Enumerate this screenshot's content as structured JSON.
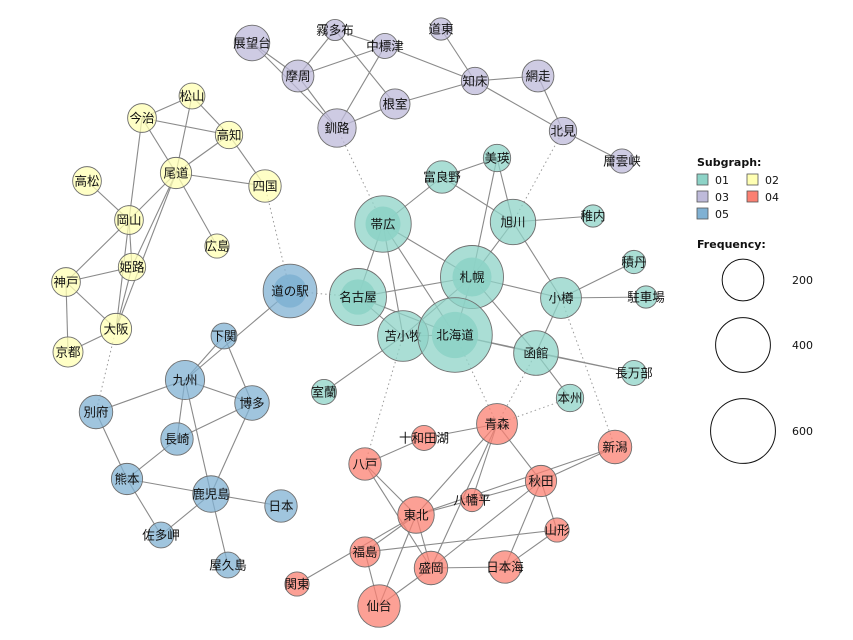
{
  "legend": {
    "subgraph_title": "Subgraph:",
    "frequency_title": "Frequency:",
    "groups": [
      {
        "id": "01",
        "color": "#8DD3C7"
      },
      {
        "id": "02",
        "color": "#FFFFB3"
      },
      {
        "id": "03",
        "color": "#BEBADA"
      },
      {
        "id": "04",
        "color": "#FB8072"
      },
      {
        "id": "05",
        "color": "#80B1D3"
      }
    ],
    "sizes": [
      {
        "label": "200",
        "value": 200
      },
      {
        "label": "400",
        "value": 400
      },
      {
        "label": "600",
        "value": 600
      }
    ]
  },
  "nodes": [
    {
      "id": "帯広",
      "group": "01",
      "freq": 430,
      "inner": true
    },
    {
      "id": "札幌",
      "group": "01",
      "freq": 560,
      "inner": true
    },
    {
      "id": "北海道",
      "group": "01",
      "freq": 830,
      "inner": true
    },
    {
      "id": "名古屋",
      "group": "01",
      "freq": 440,
      "inner": true
    },
    {
      "id": "苫小牧",
      "group": "01",
      "freq": 330,
      "inner": false
    },
    {
      "id": "旭川",
      "group": "01",
      "freq": 250,
      "inner": false
    },
    {
      "id": "小樽",
      "group": "01",
      "freq": 190,
      "inner": false
    },
    {
      "id": "函館",
      "group": "01",
      "freq": 240,
      "inner": false
    },
    {
      "id": "富良野",
      "group": "01",
      "freq": 100,
      "inner": false
    },
    {
      "id": "美瑛",
      "group": "01",
      "freq": 60,
      "inner": false
    },
    {
      "id": "稚内",
      "group": "01",
      "freq": 30,
      "inner": false
    },
    {
      "id": "積丹",
      "group": "01",
      "freq": 35,
      "inner": false
    },
    {
      "id": "駐車場",
      "group": "01",
      "freq": 30,
      "inner": false
    },
    {
      "id": "長万部",
      "group": "01",
      "freq": 45,
      "inner": false
    },
    {
      "id": "本州",
      "group": "01",
      "freq": 60,
      "inner": false
    },
    {
      "id": "室蘭",
      "group": "01",
      "freq": 45,
      "inner": false
    },
    {
      "id": "展望台",
      "group": "03",
      "freq": 130,
      "inner": false
    },
    {
      "id": "霧多布",
      "group": "03",
      "freq": 25,
      "inner": false
    },
    {
      "id": "中標津",
      "group": "03",
      "freq": 45,
      "inner": false
    },
    {
      "id": "道東",
      "group": "03",
      "freq": 30,
      "inner": false
    },
    {
      "id": "摩周",
      "group": "03",
      "freq": 95,
      "inner": false
    },
    {
      "id": "知床",
      "group": "03",
      "freq": 60,
      "inner": false
    },
    {
      "id": "網走",
      "group": "03",
      "freq": 95,
      "inner": false
    },
    {
      "id": "根室",
      "group": "03",
      "freq": 80,
      "inner": false
    },
    {
      "id": "釧路",
      "group": "03",
      "freq": 160,
      "inner": false
    },
    {
      "id": "北見",
      "group": "03",
      "freq": 60,
      "inner": false
    },
    {
      "id": "層雲峡",
      "group": "03",
      "freq": 40,
      "inner": false
    },
    {
      "id": "松山",
      "group": "02",
      "freq": 50,
      "inner": false
    },
    {
      "id": "今治",
      "group": "02",
      "freq": 70,
      "inner": false
    },
    {
      "id": "高知",
      "group": "02",
      "freq": 60,
      "inner": false
    },
    {
      "id": "高松",
      "group": "02",
      "freq": 70,
      "inner": false
    },
    {
      "id": "尾道",
      "group": "02",
      "freq": 90,
      "inner": false
    },
    {
      "id": "四国",
      "group": "02",
      "freq": 100,
      "inner": false
    },
    {
      "id": "岡山",
      "group": "02",
      "freq": 70,
      "inner": false
    },
    {
      "id": "広島",
      "group": "02",
      "freq": 40,
      "inner": false
    },
    {
      "id": "神戸",
      "group": "02",
      "freq": 70,
      "inner": false
    },
    {
      "id": "姫路",
      "group": "02",
      "freq": 60,
      "inner": false
    },
    {
      "id": "大阪",
      "group": "02",
      "freq": 90,
      "inner": false
    },
    {
      "id": "京都",
      "group": "02",
      "freq": 80,
      "inner": false
    },
    {
      "id": "道の駅",
      "group": "05",
      "freq": 380,
      "inner": true
    },
    {
      "id": "下関",
      "group": "05",
      "freq": 50,
      "inner": false
    },
    {
      "id": "九州",
      "group": "05",
      "freq": 170,
      "inner": false
    },
    {
      "id": "別府",
      "group": "05",
      "freq": 110,
      "inner": false
    },
    {
      "id": "博多",
      "group": "05",
      "freq": 120,
      "inner": false
    },
    {
      "id": "長崎",
      "group": "05",
      "freq": 100,
      "inner": false
    },
    {
      "id": "熊本",
      "group": "05",
      "freq": 90,
      "inner": false
    },
    {
      "id": "鹿児島",
      "group": "05",
      "freq": 140,
      "inner": false
    },
    {
      "id": "日本",
      "group": "05",
      "freq": 100,
      "inner": false
    },
    {
      "id": "佐多岬",
      "group": "05",
      "freq": 50,
      "inner": false
    },
    {
      "id": "屋久島",
      "group": "05",
      "freq": 50,
      "inner": false
    },
    {
      "id": "青森",
      "group": "04",
      "freq": 190,
      "inner": false
    },
    {
      "id": "十和田湖",
      "group": "04",
      "freq": 45,
      "inner": false
    },
    {
      "id": "八戸",
      "group": "04",
      "freq": 100,
      "inner": false
    },
    {
      "id": "新潟",
      "group": "04",
      "freq": 110,
      "inner": false
    },
    {
      "id": "秋田",
      "group": "04",
      "freq": 90,
      "inner": false
    },
    {
      "id": "八幡平",
      "group": "04",
      "freq": 35,
      "inner": false
    },
    {
      "id": "東北",
      "group": "04",
      "freq": 140,
      "inner": false
    },
    {
      "id": "山形",
      "group": "04",
      "freq": 40,
      "inner": false
    },
    {
      "id": "福島",
      "group": "04",
      "freq": 80,
      "inner": false
    },
    {
      "id": "盛岡",
      "group": "04",
      "freq": 110,
      "inner": false
    },
    {
      "id": "日本海",
      "group": "04",
      "freq": 100,
      "inner": false
    },
    {
      "id": "関東",
      "group": "04",
      "freq": 40,
      "inner": false
    },
    {
      "id": "仙台",
      "group": "04",
      "freq": 210,
      "inner": false
    }
  ],
  "edges": [
    [
      "帯広",
      "札幌"
    ],
    [
      "帯広",
      "名古屋"
    ],
    [
      "帯広",
      "苫小牧"
    ],
    [
      "帯広",
      "北海道"
    ],
    [
      "帯広",
      "富良野"
    ],
    [
      "札幌",
      "北海道"
    ],
    [
      "札幌",
      "名古屋"
    ],
    [
      "札幌",
      "苫小牧"
    ],
    [
      "札幌",
      "旭川"
    ],
    [
      "札幌",
      "小樽"
    ],
    [
      "札幌",
      "函館"
    ],
    [
      "札幌",
      "美瑛"
    ],
    [
      "北海道",
      "名古屋"
    ],
    [
      "北海道",
      "苫小牧"
    ],
    [
      "北海道",
      "函館"
    ],
    [
      "北海道",
      "長万部"
    ],
    [
      "名古屋",
      "苫小牧"
    ],
    [
      "苫小牧",
      "室蘭"
    ],
    [
      "旭川",
      "美瑛"
    ],
    [
      "旭川",
      "富良野"
    ],
    [
      "旭川",
      "稚内"
    ],
    [
      "旭川",
      "小樽"
    ],
    [
      "富良野",
      "美瑛"
    ],
    [
      "小樽",
      "積丹"
    ],
    [
      "小樽",
      "函館"
    ],
    [
      "小樽",
      "駐車場"
    ],
    [
      "函館",
      "本州"
    ],
    [
      "函館",
      "長万部"
    ],
    [
      "展望台",
      "摩周"
    ],
    [
      "展望台",
      "釧路"
    ],
    [
      "霧多布",
      "摩周"
    ],
    [
      "霧多布",
      "根室"
    ],
    [
      "霧多布",
      "中標津"
    ],
    [
      "中標津",
      "摩周"
    ],
    [
      "中標津",
      "釧路"
    ],
    [
      "中標津",
      "知床"
    ],
    [
      "道東",
      "知床"
    ],
    [
      "摩周",
      "釧路"
    ],
    [
      "知床",
      "網走"
    ],
    [
      "知床",
      "根室"
    ],
    [
      "知床",
      "北見"
    ],
    [
      "網走",
      "北見"
    ],
    [
      "根室",
      "釧路"
    ],
    [
      "北見",
      "層雲峡"
    ],
    [
      "松山",
      "今治"
    ],
    [
      "松山",
      "高知"
    ],
    [
      "松山",
      "尾道"
    ],
    [
      "今治",
      "高知"
    ],
    [
      "今治",
      "尾道"
    ],
    [
      "今治",
      "岡山"
    ],
    [
      "高知",
      "四国"
    ],
    [
      "高知",
      "尾道"
    ],
    [
      "尾道",
      "四国"
    ],
    [
      "尾道",
      "岡山"
    ],
    [
      "尾道",
      "姫路"
    ],
    [
      "尾道",
      "広島"
    ],
    [
      "尾道",
      "大阪"
    ],
    [
      "高松",
      "岡山"
    ],
    [
      "岡山",
      "姫路"
    ],
    [
      "岡山",
      "神戸"
    ],
    [
      "岡山",
      "大阪"
    ],
    [
      "神戸",
      "姫路"
    ],
    [
      "神戸",
      "京都"
    ],
    [
      "神戸",
      "大阪"
    ],
    [
      "姫路",
      "大阪"
    ],
    [
      "大阪",
      "京都"
    ],
    [
      "道の駅",
      "九州"
    ],
    [
      "下関",
      "九州"
    ],
    [
      "下関",
      "博多"
    ],
    [
      "九州",
      "博多"
    ],
    [
      "九州",
      "別府"
    ],
    [
      "九州",
      "長崎"
    ],
    [
      "九州",
      "鹿児島"
    ],
    [
      "別府",
      "熊本"
    ],
    [
      "博多",
      "長崎"
    ],
    [
      "博多",
      "鹿児島"
    ],
    [
      "長崎",
      "熊本"
    ],
    [
      "熊本",
      "鹿児島"
    ],
    [
      "熊本",
      "佐多岬"
    ],
    [
      "鹿児島",
      "佐多岬"
    ],
    [
      "鹿児島",
      "日本"
    ],
    [
      "鹿児島",
      "屋久島"
    ],
    [
      "青森",
      "十和田湖"
    ],
    [
      "青森",
      "八幡平"
    ],
    [
      "青森",
      "東北"
    ],
    [
      "青森",
      "秋田"
    ],
    [
      "青森",
      "盛岡"
    ],
    [
      "十和田湖",
      "八戸"
    ],
    [
      "八戸",
      "東北"
    ],
    [
      "八戸",
      "盛岡"
    ],
    [
      "新潟",
      "秋田"
    ],
    [
      "新潟",
      "東北"
    ],
    [
      "秋田",
      "八幡平"
    ],
    [
      "秋田",
      "山形"
    ],
    [
      "秋田",
      "日本海"
    ],
    [
      "秋田",
      "盛岡"
    ],
    [
      "東北",
      "福島"
    ],
    [
      "東北",
      "盛岡"
    ],
    [
      "東北",
      "仙台"
    ],
    [
      "東北",
      "関東"
    ],
    [
      "東北",
      "八幡平"
    ],
    [
      "山形",
      "福島"
    ],
    [
      "山形",
      "日本海"
    ],
    [
      "福島",
      "仙台"
    ],
    [
      "盛岡",
      "仙台"
    ],
    [
      "盛岡",
      "日本海"
    ]
  ],
  "cross_edges": [
    [
      "帯広",
      "釧路"
    ],
    [
      "旭川",
      "北見"
    ],
    [
      "小樽",
      "新潟"
    ],
    [
      "函館",
      "青森"
    ],
    [
      "本州",
      "青森"
    ],
    [
      "北海道",
      "青森"
    ],
    [
      "苫小牧",
      "八戸"
    ],
    [
      "名古屋",
      "道の駅"
    ],
    [
      "四国",
      "道の駅"
    ],
    [
      "大阪",
      "別府"
    ]
  ]
}
